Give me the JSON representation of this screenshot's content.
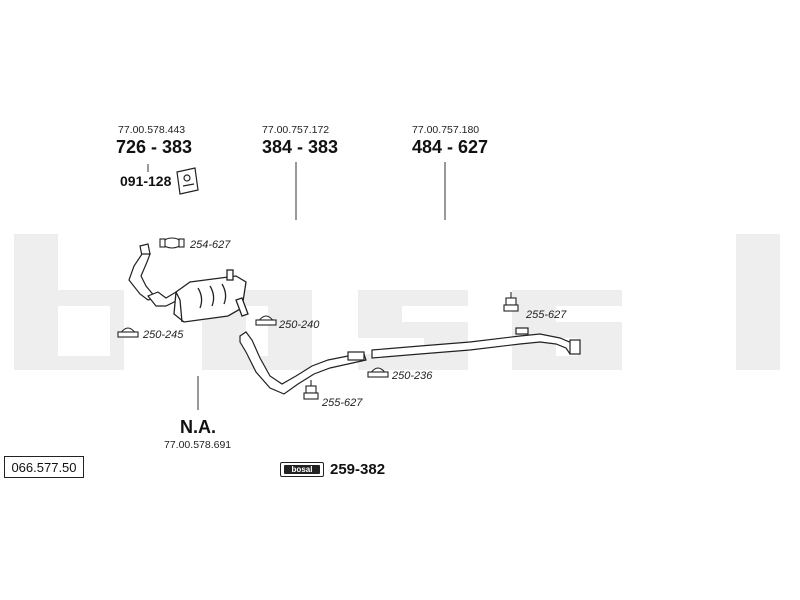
{
  "diagram": {
    "code": "066.577.50",
    "watermark": "bosal",
    "parts": [
      {
        "oem": "77.00.578.443",
        "number": "726 - 383"
      },
      {
        "oem": "77.00.757.172",
        "number": "384 - 383"
      },
      {
        "oem": "77.00.757.180",
        "number": "484 - 627"
      },
      {
        "oem": "77.00.578.691",
        "number": "N.A."
      }
    ],
    "bracket_number": "091-128",
    "accessories": [
      "254-627",
      "250-245",
      "250-240",
      "255-627",
      "250-236",
      "255-627"
    ],
    "kit": {
      "badge_text": "bosal",
      "number": "259-382"
    }
  }
}
